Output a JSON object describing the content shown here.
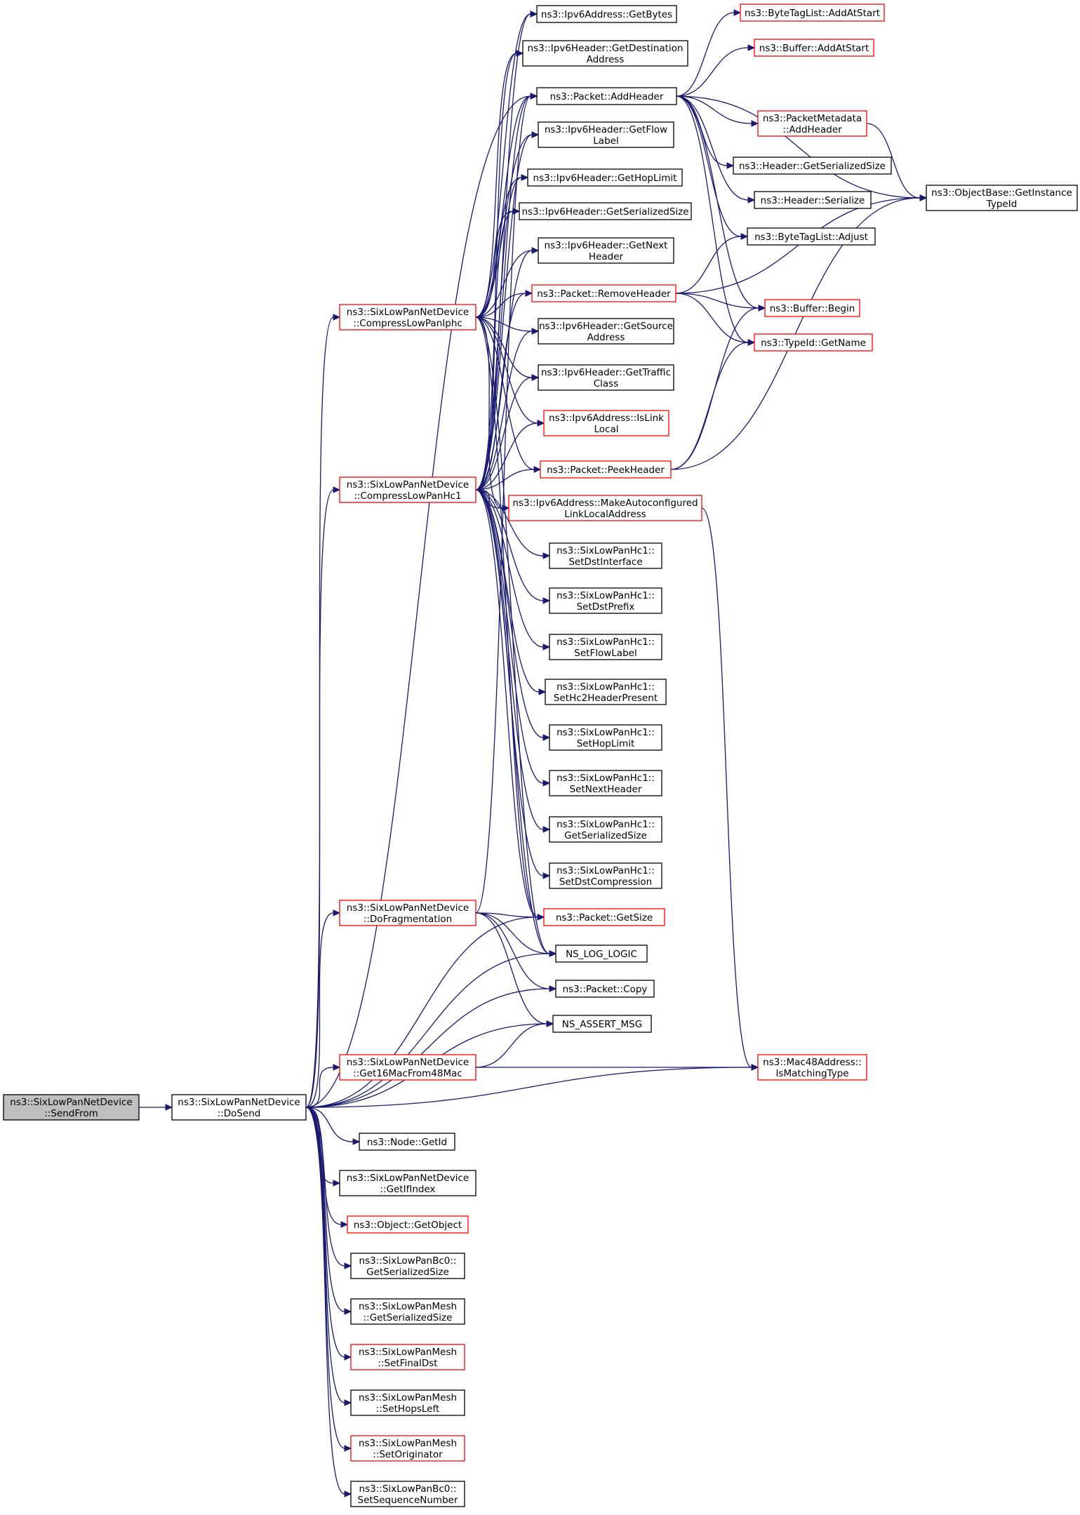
{
  "colors": {
    "edge": "#191970",
    "border_normal": "#000000",
    "border_truncated": "#ff0000",
    "root_fill": "#bfbfbf",
    "node_fill": "#ffffff"
  },
  "nodes": {
    "sendfrom": {
      "lines": [
        "ns3::SixLowPanNetDevice",
        "::SendFrom"
      ],
      "style": "root"
    },
    "dosend": {
      "lines": [
        "ns3::SixLowPanNetDevice",
        "::DoSend"
      ],
      "style": "normal"
    },
    "compressiphc": {
      "lines": [
        "ns3::SixLowPanNetDevice",
        "::CompressLowPanIphc"
      ],
      "style": "truncated"
    },
    "compresshc1": {
      "lines": [
        "ns3::SixLowPanNetDevice",
        "::CompressLowPanHc1"
      ],
      "style": "truncated"
    },
    "dofrag": {
      "lines": [
        "ns3::SixLowPanNetDevice",
        "::DoFragmentation"
      ],
      "style": "truncated"
    },
    "get16mac": {
      "lines": [
        "ns3::SixLowPanNetDevice",
        "::Get16MacFrom48Mac"
      ],
      "style": "truncated"
    },
    "getid": {
      "lines": [
        "ns3::Node::GetId"
      ],
      "style": "normal"
    },
    "getifindex": {
      "lines": [
        "ns3::SixLowPanNetDevice",
        "::GetIfIndex"
      ],
      "style": "normal"
    },
    "getobject": {
      "lines": [
        "ns3::Object::GetObject"
      ],
      "style": "truncated"
    },
    "bc0size": {
      "lines": [
        "ns3::SixLowPanBc0::",
        "GetSerializedSize"
      ],
      "style": "normal"
    },
    "meshsize": {
      "lines": [
        "ns3::SixLowPanMesh",
        "::GetSerializedSize"
      ],
      "style": "normal"
    },
    "meshfinal": {
      "lines": [
        "ns3::SixLowPanMesh",
        "::SetFinalDst"
      ],
      "style": "truncated"
    },
    "meshhops": {
      "lines": [
        "ns3::SixLowPanMesh",
        "::SetHopsLeft"
      ],
      "style": "normal"
    },
    "meshorig": {
      "lines": [
        "ns3::SixLowPanMesh",
        "::SetOriginator"
      ],
      "style": "truncated"
    },
    "bc0seq": {
      "lines": [
        "ns3::SixLowPanBc0::",
        "SetSequenceNumber"
      ],
      "style": "normal"
    },
    "getbytes": {
      "lines": [
        "ns3::Ipv6Address::GetBytes"
      ],
      "style": "normal"
    },
    "getdest": {
      "lines": [
        "ns3::Ipv6Header::GetDestination",
        "Address"
      ],
      "style": "normal"
    },
    "addheader": {
      "lines": [
        "ns3::Packet::AddHeader"
      ],
      "style": "normal"
    },
    "getflow": {
      "lines": [
        "ns3::Ipv6Header::GetFlow",
        "Label"
      ],
      "style": "normal"
    },
    "gethop": {
      "lines": [
        "ns3::Ipv6Header::GetHopLimit"
      ],
      "style": "normal"
    },
    "getsersize": {
      "lines": [
        "ns3::Ipv6Header::GetSerializedSize"
      ],
      "style": "normal"
    },
    "getnext": {
      "lines": [
        "ns3::Ipv6Header::GetNext",
        "Header"
      ],
      "style": "normal"
    },
    "removeheader": {
      "lines": [
        "ns3::Packet::RemoveHeader"
      ],
      "style": "truncated"
    },
    "getsource": {
      "lines": [
        "ns3::Ipv6Header::GetSource",
        "Address"
      ],
      "style": "normal"
    },
    "gettraffic": {
      "lines": [
        "ns3::Ipv6Header::GetTraffic",
        "Class"
      ],
      "style": "normal"
    },
    "islinklocal": {
      "lines": [
        "ns3::Ipv6Address::IsLink",
        "Local"
      ],
      "style": "truncated"
    },
    "peekheader": {
      "lines": [
        "ns3::Packet::PeekHeader"
      ],
      "style": "truncated"
    },
    "makeauto": {
      "lines": [
        "ns3::Ipv6Address::MakeAutoconfigured",
        "LinkLocalAddress"
      ],
      "style": "truncated"
    },
    "hc1dstif": {
      "lines": [
        "ns3::SixLowPanHc1::",
        "SetDstInterface"
      ],
      "style": "normal"
    },
    "hc1dstpre": {
      "lines": [
        "ns3::SixLowPanHc1::",
        "SetDstPrefix"
      ],
      "style": "normal"
    },
    "hc1flow": {
      "lines": [
        "ns3::SixLowPanHc1::",
        "SetFlowLabel"
      ],
      "style": "normal"
    },
    "hc1hc2": {
      "lines": [
        "ns3::SixLowPanHc1::",
        "SetHc2HeaderPresent"
      ],
      "style": "normal"
    },
    "hc1hop": {
      "lines": [
        "ns3::SixLowPanHc1::",
        "SetHopLimit"
      ],
      "style": "normal"
    },
    "hc1next": {
      "lines": [
        "ns3::SixLowPanHc1::",
        "SetNextHeader"
      ],
      "style": "normal"
    },
    "hc1size": {
      "lines": [
        "ns3::SixLowPanHc1::",
        "GetSerializedSize"
      ],
      "style": "normal"
    },
    "hc1dstcomp": {
      "lines": [
        "ns3::SixLowPanHc1::",
        "SetDstCompression"
      ],
      "style": "normal"
    },
    "getsize": {
      "lines": [
        "ns3::Packet::GetSize"
      ],
      "style": "truncated"
    },
    "nslog": {
      "lines": [
        "NS_LOG_LOGIC"
      ],
      "style": "normal"
    },
    "pcopy": {
      "lines": [
        "ns3::Packet::Copy"
      ],
      "style": "normal"
    },
    "nsassert": {
      "lines": [
        "NS_ASSERT_MSG"
      ],
      "style": "normal"
    },
    "mac48": {
      "lines": [
        "ns3::Mac48Address::",
        "IsMatchingType"
      ],
      "style": "truncated"
    },
    "bytetagaddstart": {
      "lines": [
        "ns3::ByteTagList::AddAtStart"
      ],
      "style": "truncated"
    },
    "bufaddstart": {
      "lines": [
        "ns3::Buffer::AddAtStart"
      ],
      "style": "truncated"
    },
    "pmaddheader": {
      "lines": [
        "ns3::PacketMetadata",
        "::AddHeader"
      ],
      "style": "truncated"
    },
    "hdrsersize": {
      "lines": [
        "ns3::Header::GetSerializedSize"
      ],
      "style": "normal"
    },
    "hdrserialize": {
      "lines": [
        "ns3::Header::Serialize"
      ],
      "style": "normal"
    },
    "bytetagadjust": {
      "lines": [
        "ns3::ByteTagList::Adjust"
      ],
      "style": "normal"
    },
    "bufbegin": {
      "lines": [
        "ns3::Buffer::Begin"
      ],
      "style": "truncated"
    },
    "typeidname": {
      "lines": [
        "ns3::TypeId::GetName"
      ],
      "style": "truncated"
    },
    "objinst": {
      "lines": [
        "ns3::ObjectBase::GetInstance",
        "TypeId"
      ],
      "style": "normal"
    }
  },
  "edges": [
    [
      "sendfrom",
      "dosend"
    ],
    [
      "dosend",
      "compressiphc"
    ],
    [
      "dosend",
      "compresshc1"
    ],
    [
      "dosend",
      "dofrag"
    ],
    [
      "dosend",
      "get16mac"
    ],
    [
      "dosend",
      "getid"
    ],
    [
      "dosend",
      "getifindex"
    ],
    [
      "dosend",
      "getobject"
    ],
    [
      "dosend",
      "bc0size"
    ],
    [
      "dosend",
      "meshsize"
    ],
    [
      "dosend",
      "meshfinal"
    ],
    [
      "dosend",
      "meshhops"
    ],
    [
      "dosend",
      "meshorig"
    ],
    [
      "dosend",
      "bc0seq"
    ],
    [
      "dosend",
      "addheader"
    ],
    [
      "dosend",
      "getsize"
    ],
    [
      "dosend",
      "nslog"
    ],
    [
      "dosend",
      "pcopy"
    ],
    [
      "dosend",
      "nsassert"
    ],
    [
      "dosend",
      "mac48"
    ],
    [
      "compressiphc",
      "getbytes"
    ],
    [
      "compressiphc",
      "getdest"
    ],
    [
      "compressiphc",
      "addheader"
    ],
    [
      "compressiphc",
      "getflow"
    ],
    [
      "compressiphc",
      "gethop"
    ],
    [
      "compressiphc",
      "getsersize"
    ],
    [
      "compressiphc",
      "getnext"
    ],
    [
      "compressiphc",
      "removeheader"
    ],
    [
      "compressiphc",
      "getsource"
    ],
    [
      "compressiphc",
      "gettraffic"
    ],
    [
      "compressiphc",
      "islinklocal"
    ],
    [
      "compressiphc",
      "peekheader"
    ],
    [
      "compressiphc",
      "makeauto"
    ],
    [
      "compressiphc",
      "getsize"
    ],
    [
      "compressiphc",
      "nslog"
    ],
    [
      "compresshc1",
      "getbytes"
    ],
    [
      "compresshc1",
      "getdest"
    ],
    [
      "compresshc1",
      "addheader"
    ],
    [
      "compresshc1",
      "getflow"
    ],
    [
      "compresshc1",
      "gethop"
    ],
    [
      "compresshc1",
      "getsersize"
    ],
    [
      "compresshc1",
      "getnext"
    ],
    [
      "compresshc1",
      "removeheader"
    ],
    [
      "compresshc1",
      "getsource"
    ],
    [
      "compresshc1",
      "gettraffic"
    ],
    [
      "compresshc1",
      "islinklocal"
    ],
    [
      "compresshc1",
      "peekheader"
    ],
    [
      "compresshc1",
      "makeauto"
    ],
    [
      "compresshc1",
      "hc1dstif"
    ],
    [
      "compresshc1",
      "hc1dstpre"
    ],
    [
      "compresshc1",
      "hc1flow"
    ],
    [
      "compresshc1",
      "hc1hc2"
    ],
    [
      "compresshc1",
      "hc1hop"
    ],
    [
      "compresshc1",
      "hc1next"
    ],
    [
      "compresshc1",
      "hc1size"
    ],
    [
      "compresshc1",
      "hc1dstcomp"
    ],
    [
      "compresshc1",
      "getsize"
    ],
    [
      "compresshc1",
      "nslog"
    ],
    [
      "dofrag",
      "addheader"
    ],
    [
      "dofrag",
      "getsize"
    ],
    [
      "dofrag",
      "nslog"
    ],
    [
      "dofrag",
      "pcopy"
    ],
    [
      "dofrag",
      "nsassert"
    ],
    [
      "get16mac",
      "nsassert"
    ],
    [
      "get16mac",
      "mac48"
    ],
    [
      "addheader",
      "bytetagaddstart"
    ],
    [
      "addheader",
      "bufaddstart"
    ],
    [
      "addheader",
      "pmaddheader"
    ],
    [
      "addheader",
      "hdrsersize"
    ],
    [
      "addheader",
      "hdrserialize"
    ],
    [
      "addheader",
      "bytetagadjust"
    ],
    [
      "addheader",
      "bufbegin"
    ],
    [
      "addheader",
      "typeidname"
    ],
    [
      "addheader",
      "objinst"
    ],
    [
      "removeheader",
      "bytetagadjust"
    ],
    [
      "removeheader",
      "bufbegin"
    ],
    [
      "removeheader",
      "typeidname"
    ],
    [
      "removeheader",
      "objinst"
    ],
    [
      "peekheader",
      "bufbegin"
    ],
    [
      "peekheader",
      "typeidname"
    ],
    [
      "peekheader",
      "objinst"
    ],
    [
      "makeauto",
      "mac48"
    ],
    [
      "pmaddheader",
      "objinst"
    ]
  ]
}
